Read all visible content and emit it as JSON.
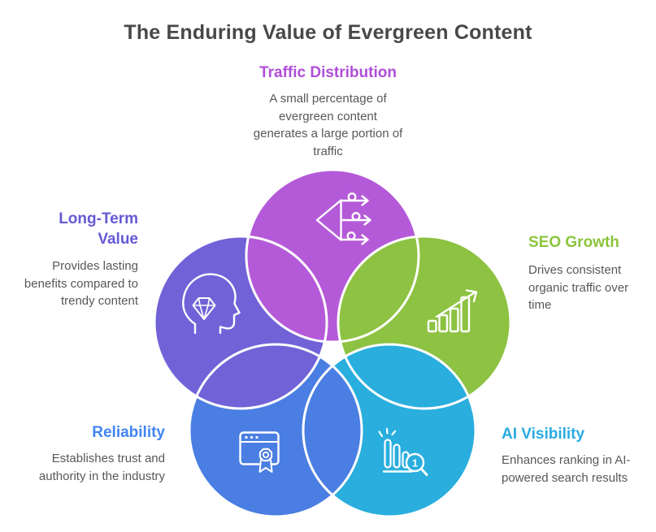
{
  "title": {
    "text": "The Enduring Value of Evergreen Content",
    "color": "#484848"
  },
  "body_text_color": "#57585a",
  "circle_stroke_color": "#ffffff",
  "sections": [
    {
      "id": "traffic-distribution",
      "label": "Traffic Distribution",
      "description": "A small percentage of\nevergreen content\ngenerates a large portion of\ntraffic",
      "heading_color": "#b04ed9",
      "circle_color": "#b45ad8",
      "icon": "split-arrows-icon"
    },
    {
      "id": "long-term-value",
      "label": "Long-Term Value",
      "description": "Provides lasting\nbenefits compared to\ntrendy content",
      "heading_color": "#6659d6",
      "circle_color": "#7262d8",
      "icon": "head-diamond-icon"
    },
    {
      "id": "seo-growth",
      "label": "SEO Growth",
      "description": "Drives consistent\norganic traffic over\ntime",
      "heading_color": "#8bc53c",
      "circle_color": "#8dc242",
      "icon": "growth-chart-icon"
    },
    {
      "id": "reliability",
      "label": "Reliability",
      "description": "Establishes trust and\nauthority in the industry",
      "heading_color": "#4285f2",
      "circle_color": "#4a7ee2",
      "icon": "browser-award-icon"
    },
    {
      "id": "ai-visibility",
      "label": "AI Visibility",
      "description": "Enhances ranking in AI-\npowered search results",
      "heading_color": "#29abe2",
      "circle_color": "#29aede",
      "icon": "bar-chart-search-icon",
      "badge_digit": "1"
    }
  ]
}
